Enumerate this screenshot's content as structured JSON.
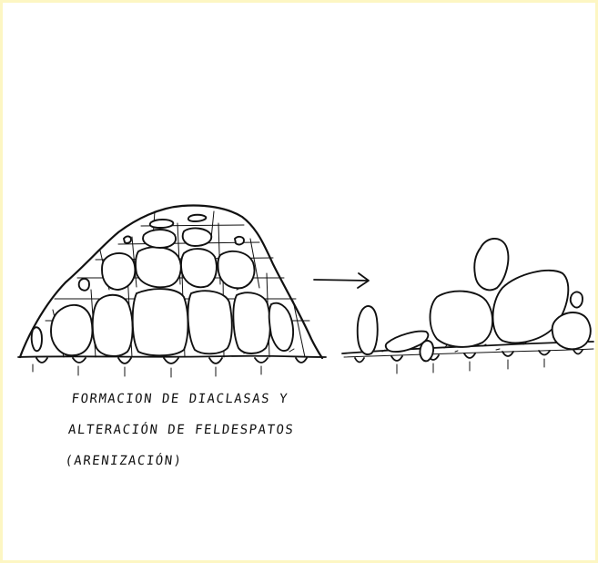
{
  "caption": {
    "line1": "FORMACION DE DIACLASAS Y",
    "line2": "ALTERACIÓN DE FELDESPATOS",
    "line3": "(ARENIZACIÓN)"
  }
}
